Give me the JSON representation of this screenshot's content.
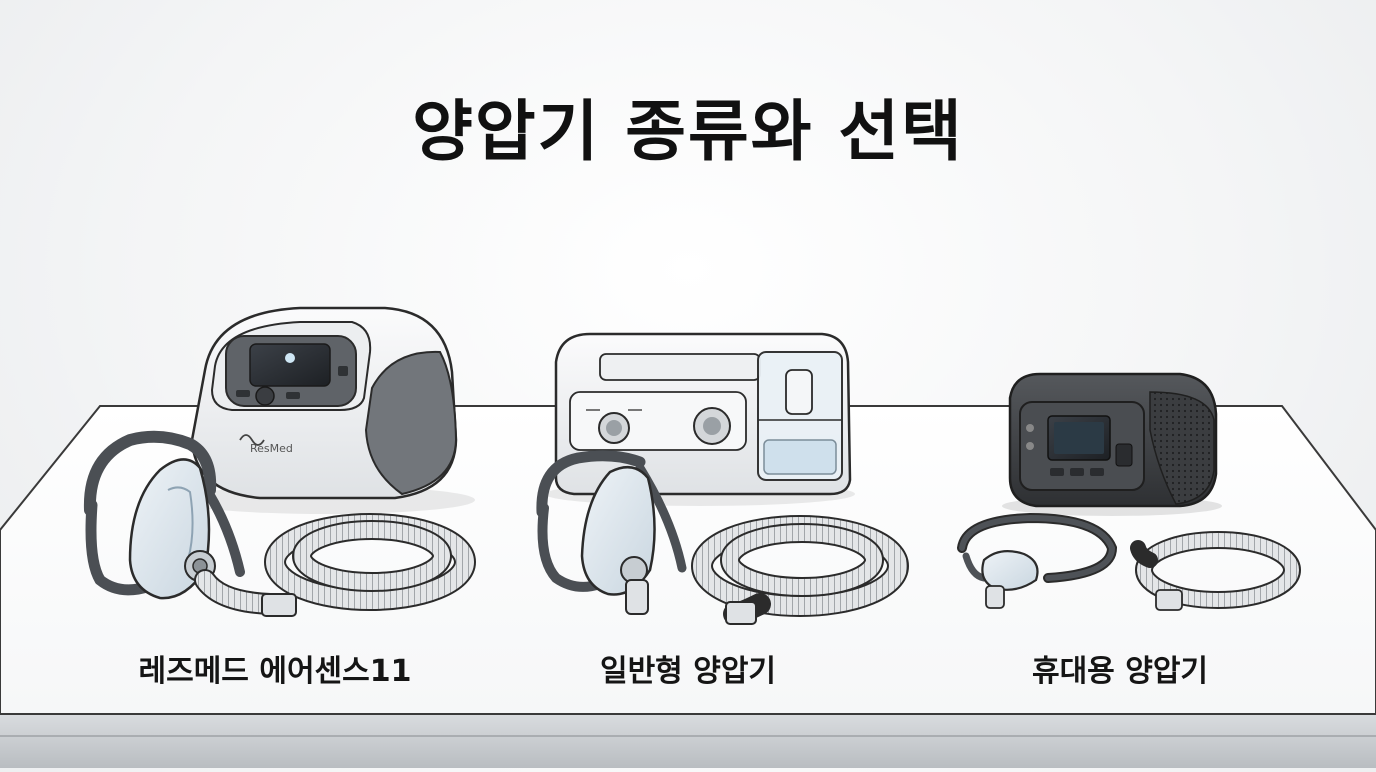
{
  "title": "양압기 종류와 선택",
  "products": [
    {
      "label": "레즈메드 에어센스11",
      "brand_mark": "ResMed"
    },
    {
      "label": "일반형 양압기"
    },
    {
      "label": "휴대용 양압기"
    }
  ],
  "colors": {
    "background": "#f4f5f6",
    "table_top": "#ffffff",
    "device_white": "#f2f3f4",
    "device_gray": "#6b6f74",
    "portable_dark": "#3a3c3f",
    "outline": "#2b2b2b"
  }
}
